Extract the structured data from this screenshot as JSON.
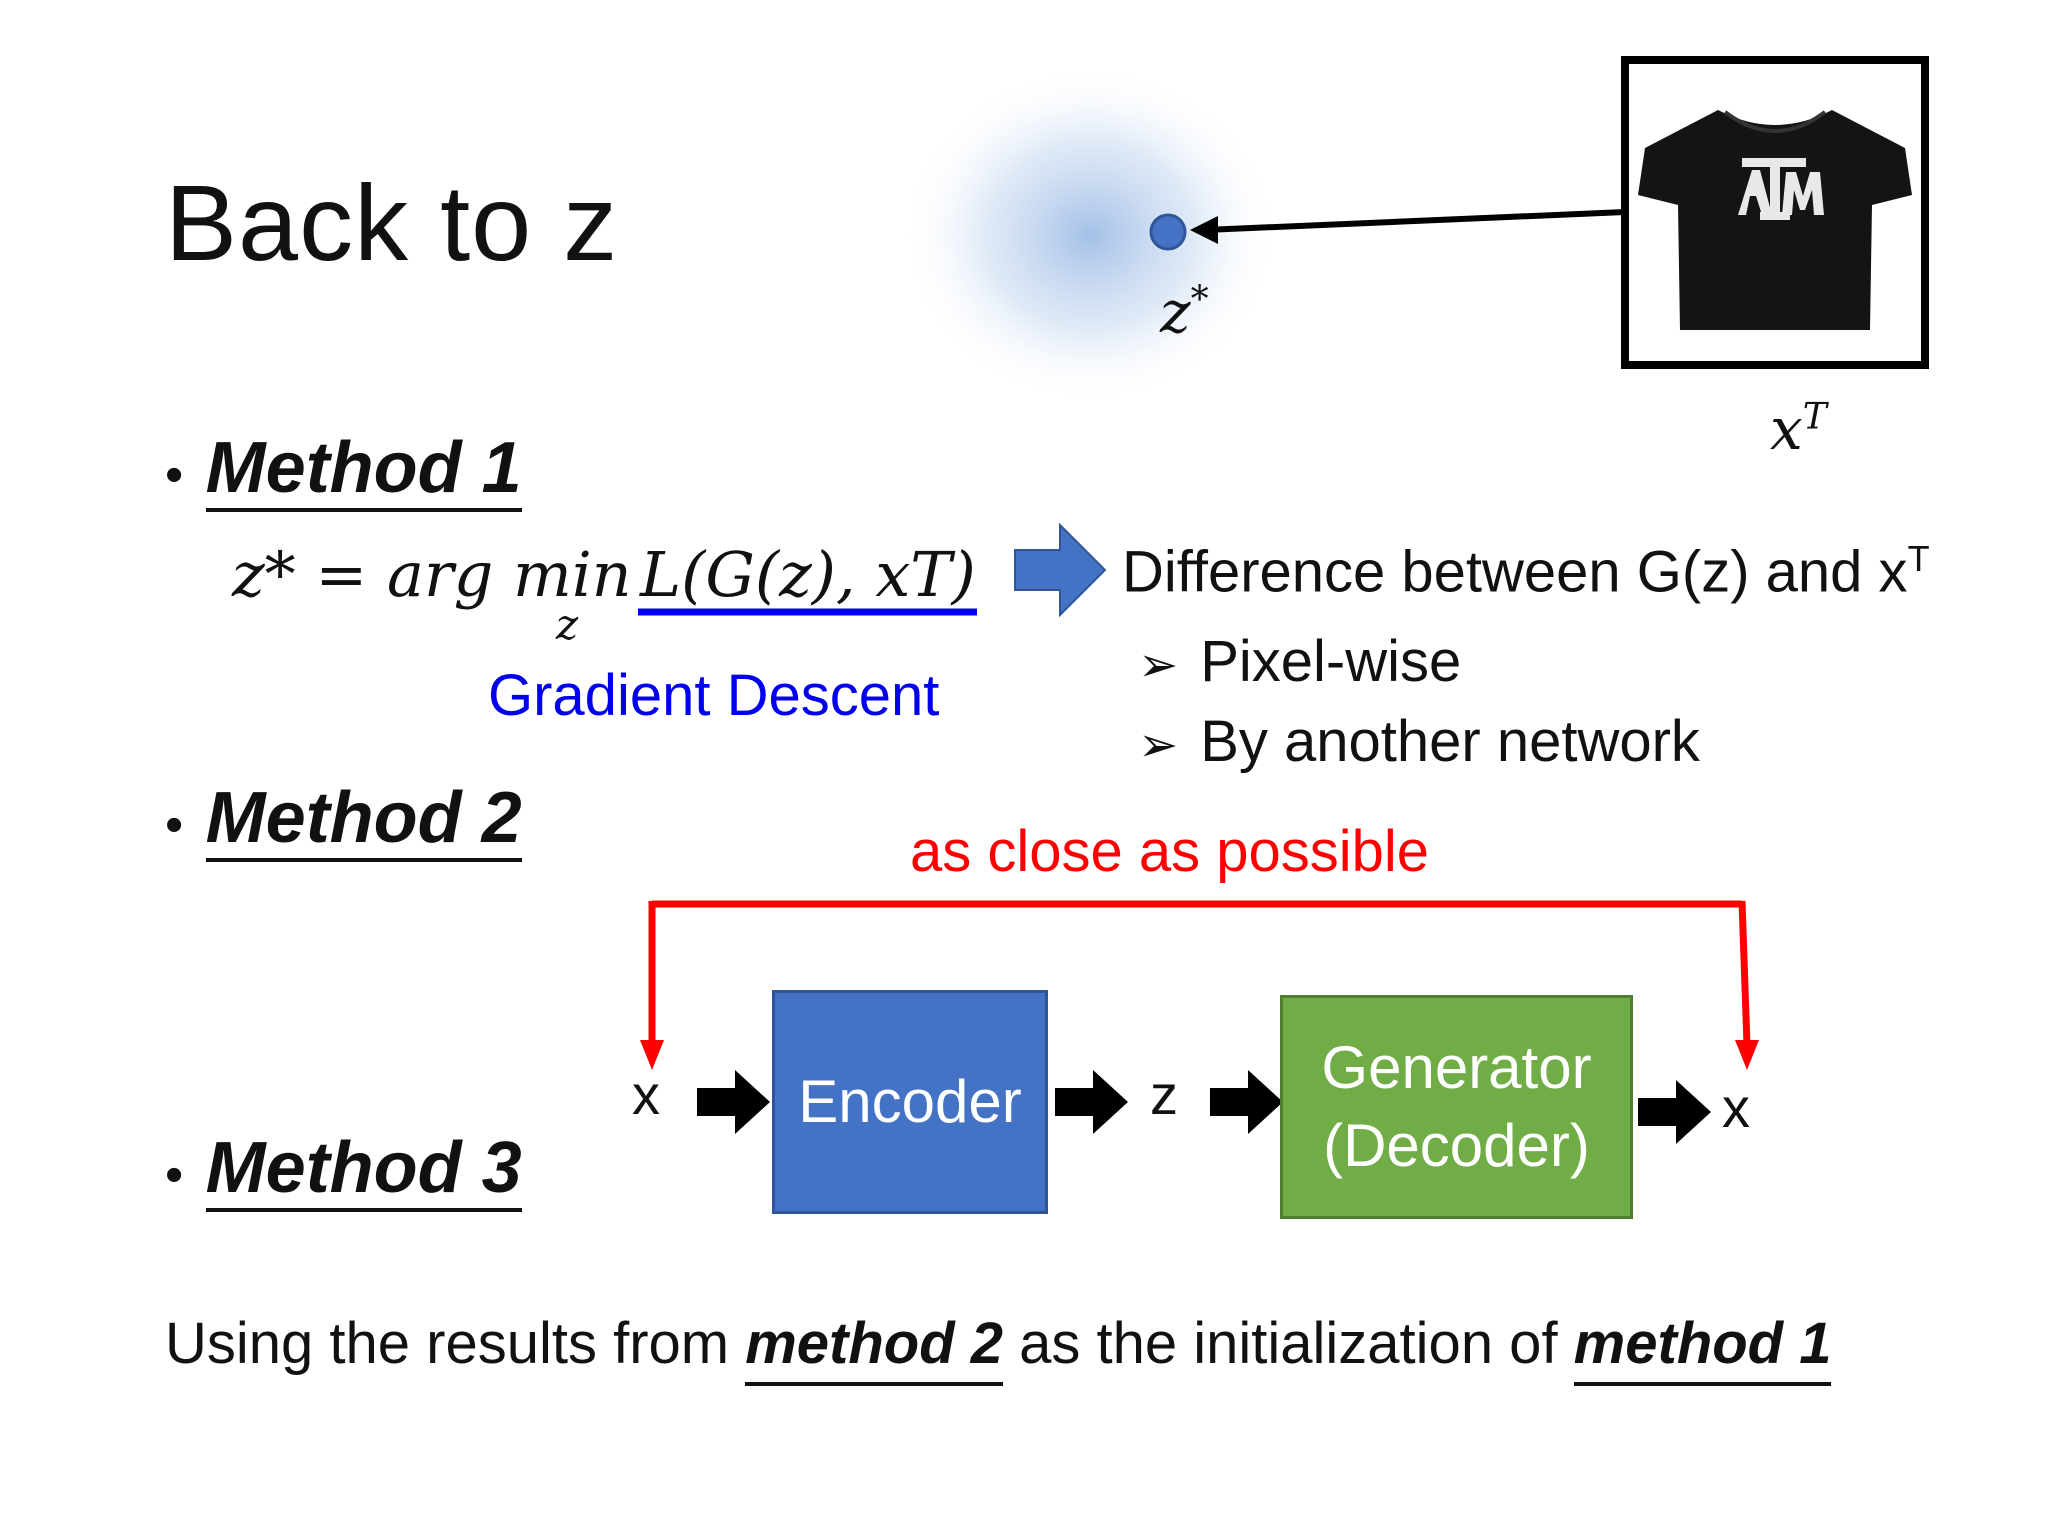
{
  "title": "Back to z",
  "top_diagram": {
    "z_star_label": "z*",
    "xt_label": "xT"
  },
  "methods": [
    {
      "bullet": "•",
      "label": "Method 1"
    },
    {
      "bullet": "•",
      "label": "Method 2"
    },
    {
      "bullet": "•",
      "label": "Method 3"
    }
  ],
  "method1": {
    "equation_lhs": "z* = arg min",
    "equation_sub": "z",
    "loss": "L(G(z), xT)",
    "gradient_label": "Gradient Descent",
    "difference_text": "Difference between G(z) and x",
    "difference_sup": "T",
    "sub_items": [
      {
        "marker": "➢",
        "text": "Pixel-wise"
      },
      {
        "marker": "➢",
        "text": "By another network"
      }
    ]
  },
  "method2": {
    "close_label": "as close as possible",
    "input_label": "x",
    "encoder_label": "Encoder",
    "latent_label": "z",
    "generator_label_1": "Generator",
    "generator_label_2": "(Decoder)",
    "output_label": "x"
  },
  "method3": {
    "text_1": "Using the results from ",
    "emph_1": "method 2",
    "text_2": " as the initialization of ",
    "emph_2": "method 1"
  },
  "colors": {
    "encoder": "#4472c4",
    "generator": "#70ad47",
    "red": "#ff0000",
    "blue_text": "#0000ee",
    "arrow_blue": "#4472c4"
  }
}
